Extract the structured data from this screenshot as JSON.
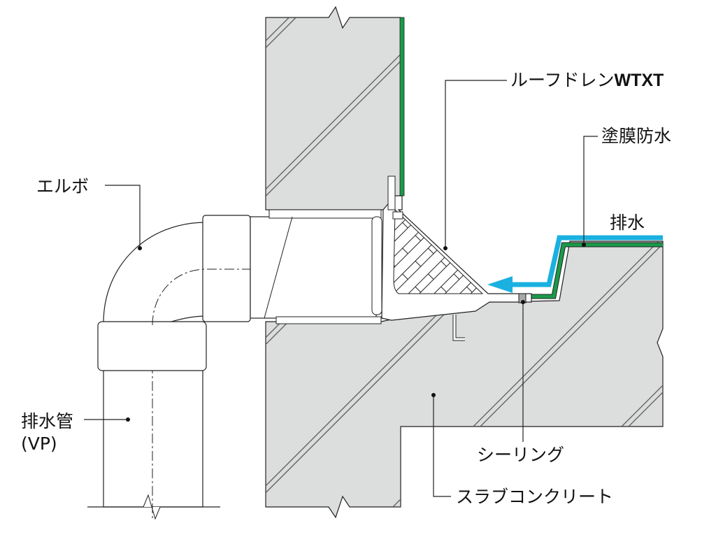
{
  "labels": {
    "roof_drain_prefix": "ルーフドレン",
    "roof_drain_model": "WTXT",
    "waterproofing": "塗膜防水",
    "elbow": "エルボ",
    "drainage": "排水",
    "drain_pipe": "排水管",
    "drain_pipe_material": "(VP)",
    "sealing": "シーリング",
    "slab_concrete": "スラブコンクリート"
  },
  "colors": {
    "concrete": "#dcdddd",
    "membrane": "#1a9a4a",
    "water_flow": "#1ab0e0"
  }
}
